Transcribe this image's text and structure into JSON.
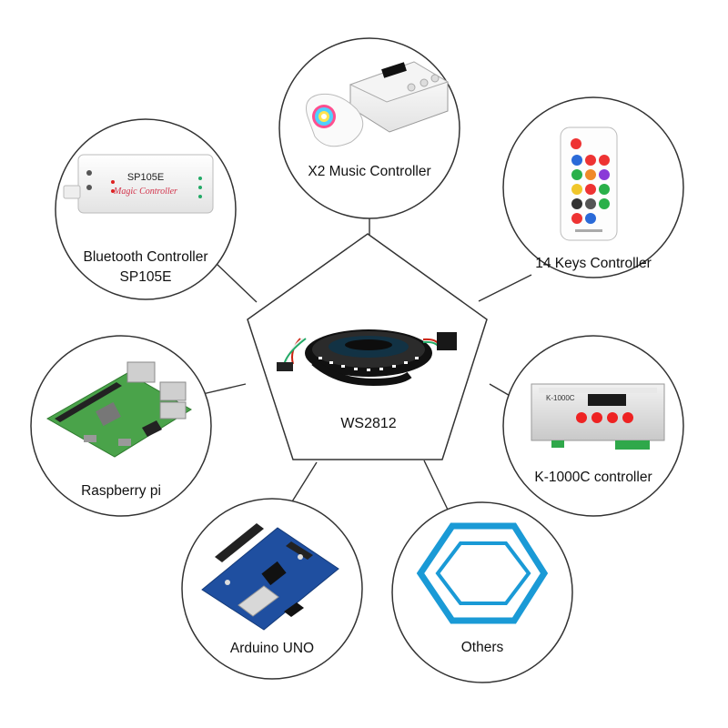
{
  "center": {
    "label": "WS2812",
    "image": "led-strip-reel-image"
  },
  "nodes": [
    {
      "id": "x2-music",
      "lines": [
        "X2 Music Controller"
      ],
      "image": "music-controller-with-rf-remote-image"
    },
    {
      "id": "keys14",
      "lines": [
        "14 Keys Controller"
      ],
      "image": "ir-remote-14-keys-image"
    },
    {
      "id": "k1000c",
      "lines": [
        "K-1000C controller"
      ],
      "image": "k-1000c-controller-box-image"
    },
    {
      "id": "others",
      "lines": [
        "Others"
      ],
      "image": "hexagon-outline-icon"
    },
    {
      "id": "arduino",
      "lines": [
        "Arduino UNO"
      ],
      "image": "arduino-uno-board-image"
    },
    {
      "id": "raspberry",
      "lines": [
        "Raspberry pi"
      ],
      "image": "raspberry-pi-board-image"
    },
    {
      "id": "bluetooth",
      "lines": [
        "Bluetooth Controller",
        "SP105E"
      ],
      "image": "bluetooth-controller-box-image"
    }
  ],
  "product_labels": {
    "sp105e_title": "SP105E",
    "sp105e_subtitle": "Magic Controller",
    "k1000c_title": "K-1000C"
  },
  "colors": {
    "circle_stroke": "#333333",
    "hexagon": "#1a9ad6",
    "arduino_board": "#1f4fa0"
  }
}
